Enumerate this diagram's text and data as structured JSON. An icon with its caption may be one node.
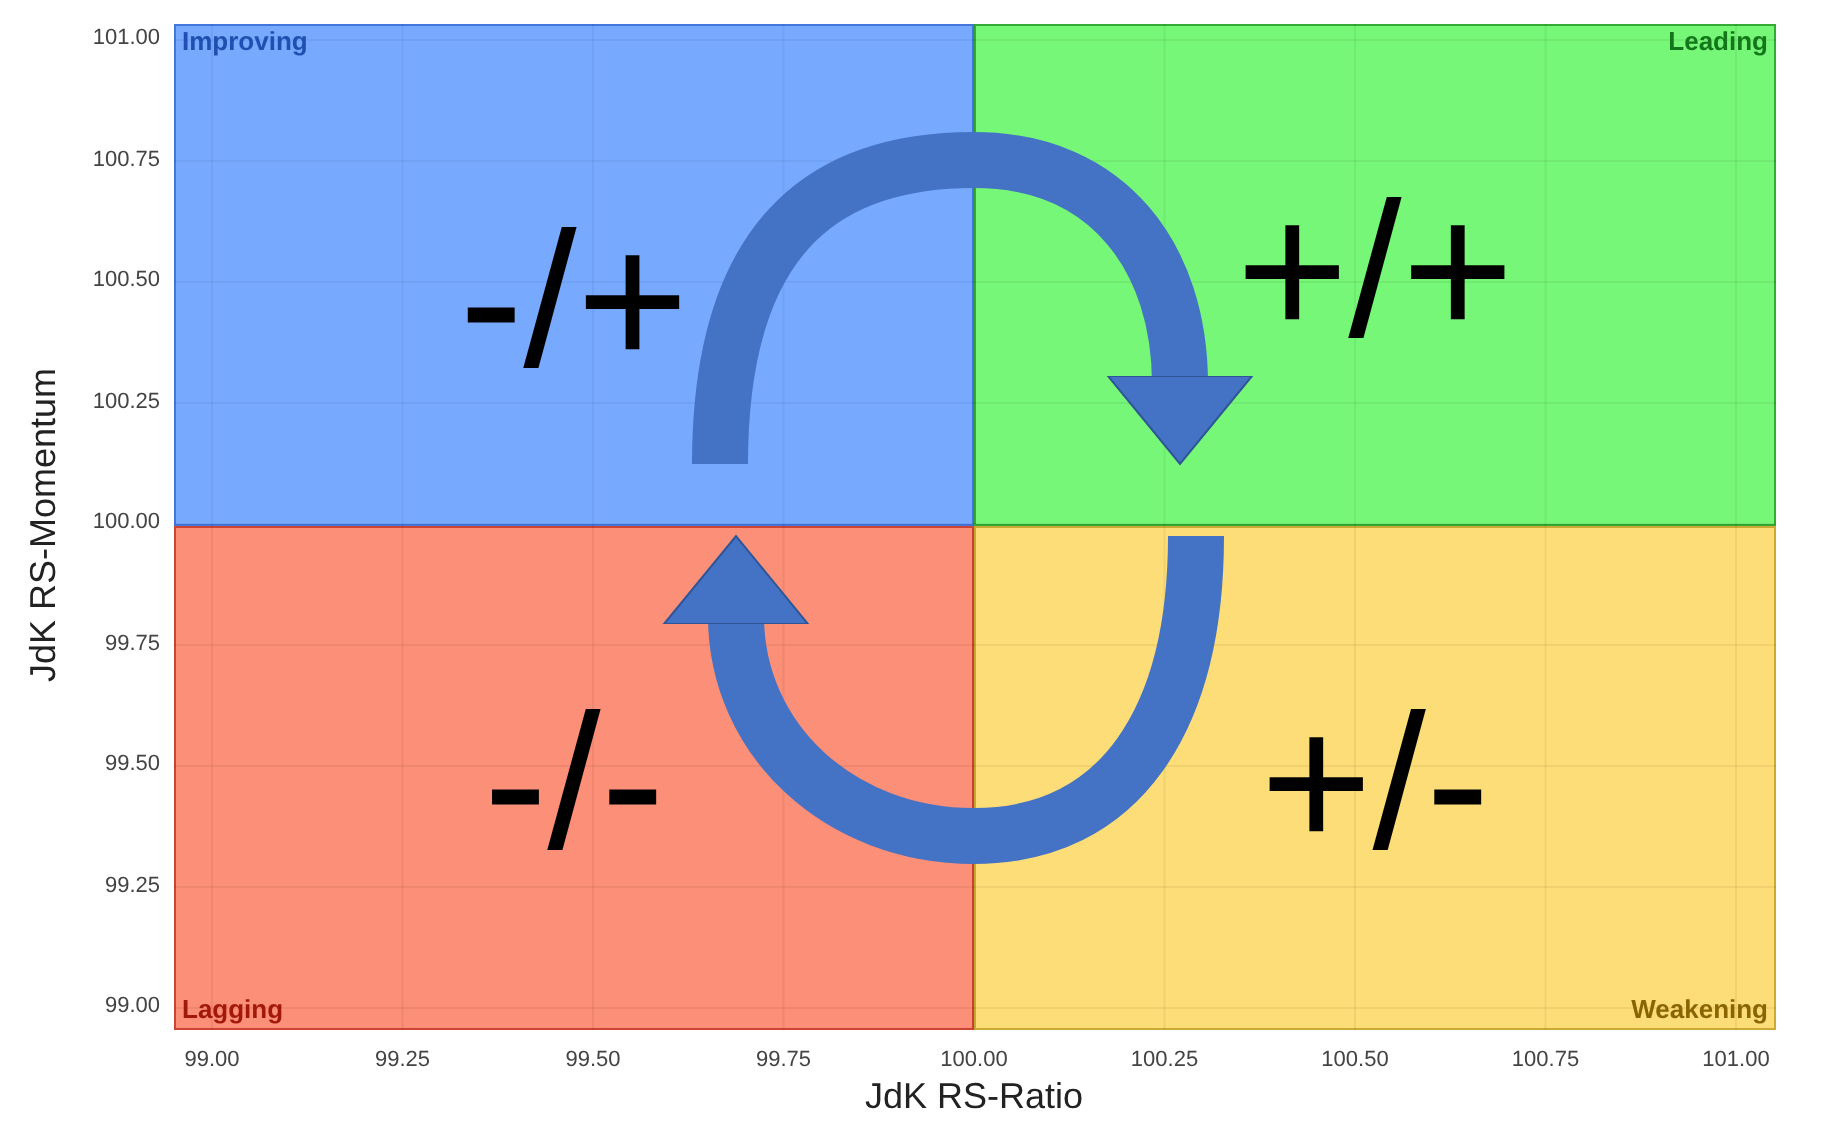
{
  "diagram": {
    "nodes": [
      {
        "text": [
          "Improving",
          "-/+"
        ]
      },
      {
        "text": [
          "Leading",
          "+/+"
        ]
      },
      {
        "text": [
          "Lagging",
          "-/-"
        ]
      },
      {
        "text": [
          "Weakening",
          "+/-"
        ]
      }
    ],
    "edges": [
      {
        "from": 0,
        "to": 1,
        "arrow": "to"
      },
      {
        "from": 3,
        "to": 2,
        "arrow": "to"
      }
    ],
    "labels": [
      "101.00",
      "100.75",
      "100.50",
      "100.25",
      "100.00",
      "99.75",
      "99.50",
      "99.25",
      "99.00",
      "JdK RS-Momentum",
      "99.00",
      "99.25",
      "99.50",
      "99.75",
      "100.00",
      "100.25",
      "100.50",
      "100.75",
      "101.00",
      "JdK RS-Ratio"
    ]
  }
}
